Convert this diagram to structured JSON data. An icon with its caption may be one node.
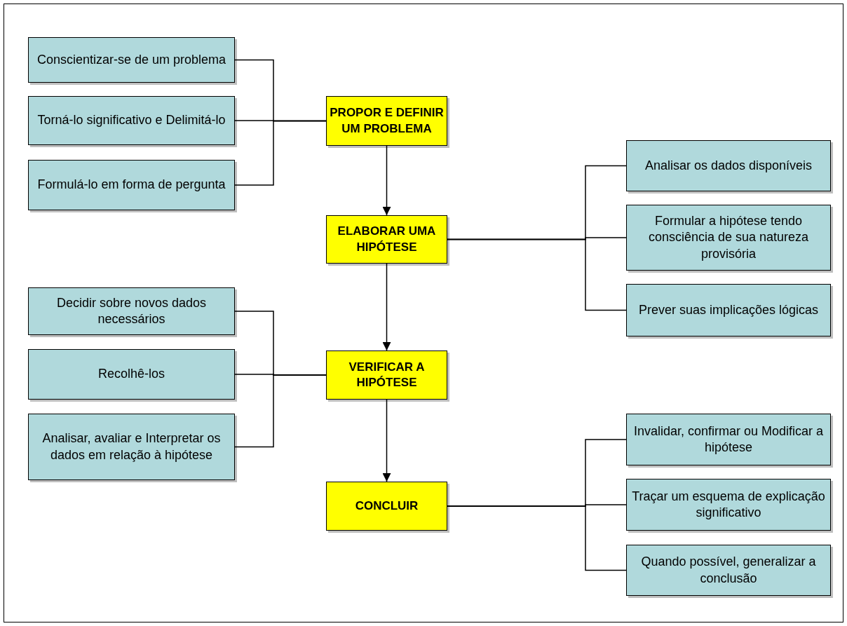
{
  "diagram": {
    "nodes": [
      {
        "text": [
          "PROPOR E DEFINIR UM PROBLEMA"
        ]
      },
      {
        "text": [
          "Conscientizar-se de um problema"
        ]
      },
      {
        "text": [
          "Torná-lo significativo e Delimitá-lo"
        ]
      },
      {
        "text": [
          "Formulá-lo em forma de pergunta"
        ]
      },
      {
        "text": [
          "ELABORAR UMA HIPÓTESE"
        ]
      },
      {
        "text": [
          "Analisar os dados disponíveis"
        ]
      },
      {
        "text": [
          "Formular a hipótese tendo consciência de sua natureza provisória"
        ]
      },
      {
        "text": [
          "Prever suas implicações lógicas"
        ]
      },
      {
        "text": [
          "VERIFICAR A HIPÓTESE"
        ]
      },
      {
        "text": [
          "Decidir sobre novos dados necessários"
        ]
      },
      {
        "text": [
          "Recolhê-los"
        ]
      },
      {
        "text": [
          "Analisar, avaliar e Interpretar os dados em relação à hipótese"
        ]
      },
      {
        "text": [
          "CONCLUIR"
        ]
      },
      {
        "text": [
          "Invalidar, confirmar ou Modificar a hipótese"
        ]
      },
      {
        "text": [
          "Traçar um esquema de explicação significativo"
        ]
      },
      {
        "text": [
          "Quando possível, generalizar a conclusão"
        ]
      }
    ],
    "edges": [
      {
        "from": 1,
        "to": 0,
        "arrow": "none"
      },
      {
        "from": 2,
        "to": 0,
        "arrow": "none"
      },
      {
        "from": 3,
        "to": 0,
        "arrow": "none"
      },
      {
        "from": 0,
        "to": 4,
        "arrow": "to"
      },
      {
        "from": 5,
        "to": 4,
        "arrow": "none"
      },
      {
        "from": 6,
        "to": 4,
        "arrow": "none"
      },
      {
        "from": 7,
        "to": 4,
        "arrow": "none"
      },
      {
        "from": 4,
        "to": 8,
        "arrow": "to"
      },
      {
        "from": 9,
        "to": 8,
        "arrow": "none"
      },
      {
        "from": 10,
        "to": 8,
        "arrow": "none"
      },
      {
        "from": 11,
        "to": 8,
        "arrow": "none"
      },
      {
        "from": 8,
        "to": 12,
        "arrow": "to"
      },
      {
        "from": 13,
        "to": 12,
        "arrow": "none"
      },
      {
        "from": 14,
        "to": 12,
        "arrow": "none"
      },
      {
        "from": 15,
        "to": 12,
        "arrow": "none"
      }
    ]
  }
}
